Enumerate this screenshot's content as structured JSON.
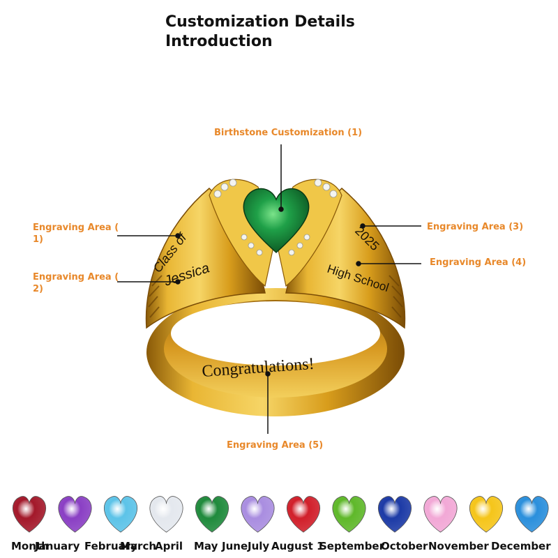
{
  "header": {
    "title_line1": "Customization Details",
    "title_line2": "Introduction"
  },
  "callouts": {
    "birthstone": "Birthstone Customization (1)",
    "engraving1_line1": "Engraving Area (",
    "engraving1_line2": "1)",
    "engraving2_line1": "Engraving Area (",
    "engraving2_line2": "2)",
    "engraving3": "Engraving Area (3)",
    "engraving4": "Engraving Area (4)",
    "engraving5": "Engraving Area (5)"
  },
  "engravings": {
    "area1": "Class of",
    "area2": "Jessica",
    "area3": "2025",
    "area4": "High School",
    "area5": "Congratulations!"
  },
  "birthstones": {
    "month_label": "Month",
    "months": [
      {
        "name": "January",
        "color": "#a3182a"
      },
      {
        "name": "February",
        "color": "#8a3fc4"
      },
      {
        "name": "March",
        "color": "#5cc3e8"
      },
      {
        "name": "April",
        "color": "#e4e8ee"
      },
      {
        "name": "May",
        "color": "#1f8a3c"
      },
      {
        "name": "June",
        "color": "#a98de0"
      },
      {
        "name": "July",
        "color": "#d11f2a"
      },
      {
        "name": "August 1",
        "color": "#5fb82a"
      },
      {
        "name": "September",
        "color": "#1c3aa6"
      },
      {
        "name": "October",
        "color": "#f2a8d6"
      },
      {
        "name": "November",
        "color": "#f5c51a"
      },
      {
        "name": "December",
        "color": "#2a8fdc"
      }
    ]
  },
  "colors": {
    "accent": "#e8882a",
    "gold": "#d9a520",
    "gold_dark": "#8a5a08",
    "emerald": "#1f8a3c"
  }
}
